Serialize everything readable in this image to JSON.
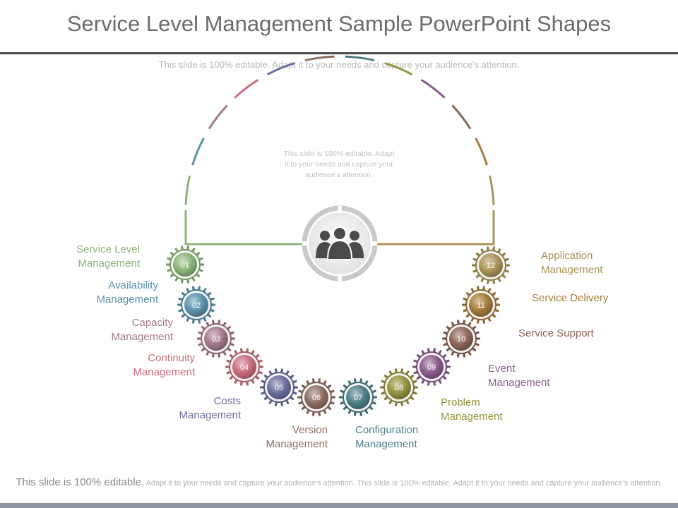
{
  "title": "Service Level Management Sample PowerPoint Shapes",
  "subtitle": "This slide is 100% editable. Adapt it to your needs and capture your audience's attention.",
  "center_note": "This slide is 100% editable. Adapt it to your needs and capture your audience's attention.",
  "center_icon": "people-group-icon",
  "items": [
    {
      "num": "01",
      "label_line1": "Service Level",
      "label_line2": "Management",
      "color": "#8db57a"
    },
    {
      "num": "02",
      "label_line1": "Availability",
      "label_line2": "Management",
      "color": "#5b93ac"
    },
    {
      "num": "03",
      "label_line1": "Capacity",
      "label_line2": "Management",
      "color": "#a3798c"
    },
    {
      "num": "04",
      "label_line1": "Continuity",
      "label_line2": "Management",
      "color": "#cc6d7e"
    },
    {
      "num": "05",
      "label_line1": "Costs",
      "label_line2": "Management",
      "color": "#6b6e9e"
    },
    {
      "num": "06",
      "label_line1": "Version",
      "label_line2": "Management",
      "color": "#8f6e64"
    },
    {
      "num": "07",
      "label_line1": "Configuration",
      "label_line2": "Management",
      "color": "#4d8088"
    },
    {
      "num": "08",
      "label_line1": "Problem",
      "label_line2": "Management",
      "color": "#93933f"
    },
    {
      "num": "09",
      "label_line1": "Event",
      "label_line2": "Management",
      "color": "#8d5d8c"
    },
    {
      "num": "10",
      "label_line1": "Service Support",
      "label_line2": "",
      "color": "#8c6658"
    },
    {
      "num": "11",
      "label_line1": "Service Delivery",
      "label_line2": "",
      "color": "#a77c3c"
    },
    {
      "num": "12",
      "label_line1": "Application",
      "label_line2": "Management",
      "color": "#aa9355"
    }
  ],
  "footer": {
    "lead": "This slide is 100% editable.",
    "rest": "Adapt it to your needs and capture your audience's attention. This slide is 100% editable. Adapt it to your needs and capture your audience's attention."
  }
}
